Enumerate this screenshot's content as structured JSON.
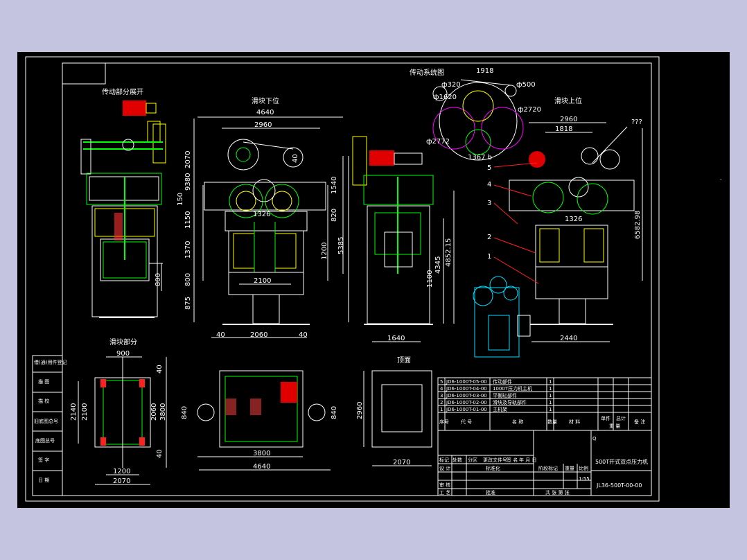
{
  "colors": {
    "background": "#000000",
    "outer": "#c4c4e0",
    "lines": "#ffffff",
    "green": "#00ff00",
    "yellow": "#ffff00",
    "red": "#ff0000",
    "cyan": "#00e0ff",
    "magenta": "#ff00ff"
  },
  "titles": {
    "drive_unfold": "传动部分展开",
    "slide_lower": "滑块下位",
    "drive_system": "传动系统图",
    "slide_upper": "滑块上位",
    "slide_part": "滑块部分",
    "top_view": "顶面"
  },
  "front_view_dims": {
    "w_overall": "4640",
    "w_inner": "2960",
    "w_base": "2060",
    "w_2100": "2100",
    "left_40": "40",
    "right_40": "40",
    "top_40": "40",
    "v_9380": "9380",
    "v_2070": "2070",
    "v_150": "150",
    "v_1150": "1150",
    "v_1370": "1370",
    "v_800": "800",
    "v_875": "875",
    "v_1540": "1540",
    "v_820": "820",
    "v_1200": "1200",
    "v_5385": "5385",
    "v_1326": "1326"
  },
  "side_view_dims": {
    "v_4345": "4345",
    "v_4852": "4852.15",
    "v_1100": "1100",
    "w_1640": "1640"
  },
  "left_view_dims": {
    "v_800": "800"
  },
  "upper_view_dims": {
    "w_2960": "2960",
    "w_1818": "1818",
    "w_2440": "2440",
    "v_6582": "6582.98",
    "callout_qqq": "???",
    "callouts": [
      "5",
      "4",
      "3",
      "2",
      "1"
    ],
    "inner_1326": "1326"
  },
  "drive_system_dims": {
    "d_1918": "1918",
    "d_2500": "ф500",
    "d_2720": "ф2720",
    "d_1367": "1367 b",
    "d_2772": "ф2772",
    "d_1620": "ф1620",
    "d_320": "ф320"
  },
  "slide_part_dims": {
    "w_900": "900",
    "w_1200": "1200",
    "w_2070": "2070",
    "v_2140": "2140",
    "v_2100": "2100",
    "v_2060": "2060",
    "v_3800": "3800",
    "v_40a": "40",
    "v_40b": "40"
  },
  "bottom_mid_dims": {
    "w_3800": "3800",
    "w_4640": "4640",
    "v_840a": "840",
    "v_840b": "840"
  },
  "top_view_dims": {
    "v_2960": "2960",
    "w_2070": "2070"
  },
  "left_strip": [
    "借(通)用件登记",
    "描 图",
    "描 校",
    "旧底图总号",
    "底图总号",
    "签 字",
    "日 期"
  ],
  "parts_list": [
    {
      "no": "5",
      "code": "JD6-1000T-05-00",
      "name": "传动部件",
      "qty": "1"
    },
    {
      "no": "4",
      "code": "JD6-1000T-04-00",
      "name": "1000T压力机主机",
      "qty": "1"
    },
    {
      "no": "3",
      "code": "JD6-1000T-03-00",
      "name": "平衡缸部件",
      "qty": "1"
    },
    {
      "no": "2",
      "code": "JD6-1000T-02-00",
      "name": "滑块及导轨部件",
      "qty": "1"
    },
    {
      "no": "1",
      "code": "JD6-1000T-01-00",
      "name": "主机架",
      "qty": "1"
    }
  ],
  "parts_header": {
    "no": "序号",
    "code": "代 号",
    "name": "名 称",
    "qty": "数量",
    "material": "材 料",
    "unit_weight": "单件",
    "total_weight": "总计",
    "weight": "重 量",
    "remark": "备 注"
  },
  "title_block": {
    "machine_name": "500T开式双点压力机",
    "drawing_no": "JL36-500T-00-00",
    "scale": "1:55",
    "row_labels": [
      "标记",
      "处数",
      "分区",
      "更改文件号",
      "签 名",
      "年 月 日"
    ],
    "design": "设 计",
    "standardize": "标准化",
    "check": "审 核",
    "process": "工 艺",
    "approve": "批准",
    "stage_mark": "阶段标记",
    "weight": "重量",
    "ratio": "比例",
    "sheets": "共  张  第  张",
    "q_mark": "Q"
  }
}
